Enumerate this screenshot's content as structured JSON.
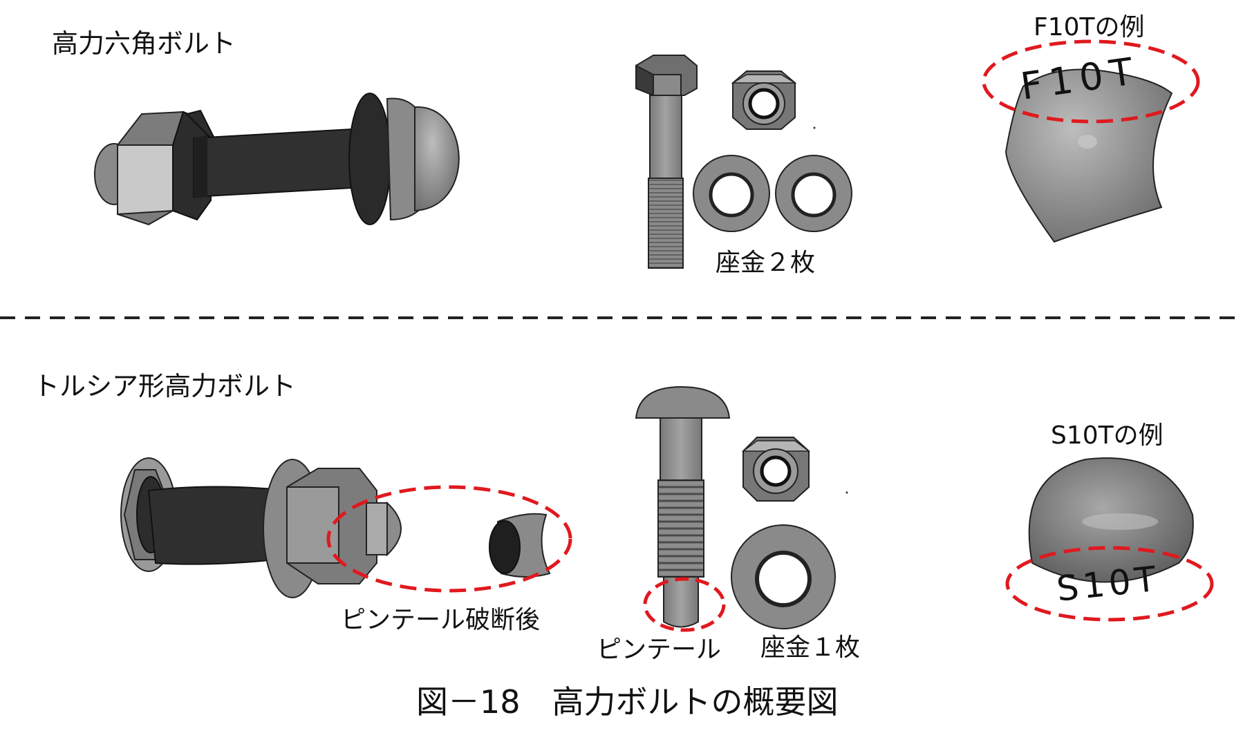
{
  "sections": {
    "top_title": "高力六角ボルト",
    "bottom_title": "トルシア形高力ボルト"
  },
  "labels": {
    "washers_two": "座金２枚",
    "washer_one": "座金１枚",
    "pintail": "ピンテール",
    "pintail_after_break": "ピンテール破断後",
    "f10t_example": "F10Tの例",
    "s10t_example": "S10Tの例"
  },
  "stamps": {
    "f10t": "F10T",
    "s10t": "S10T"
  },
  "caption": "図－18　高力ボルトの概要図",
  "colors": {
    "highlight_dash": "#e0191e",
    "separator": "#222222",
    "dark_shank": "#2f2f2f",
    "mid_gray": "#8c8c8c",
    "light_gray": "#bdbdbd"
  }
}
